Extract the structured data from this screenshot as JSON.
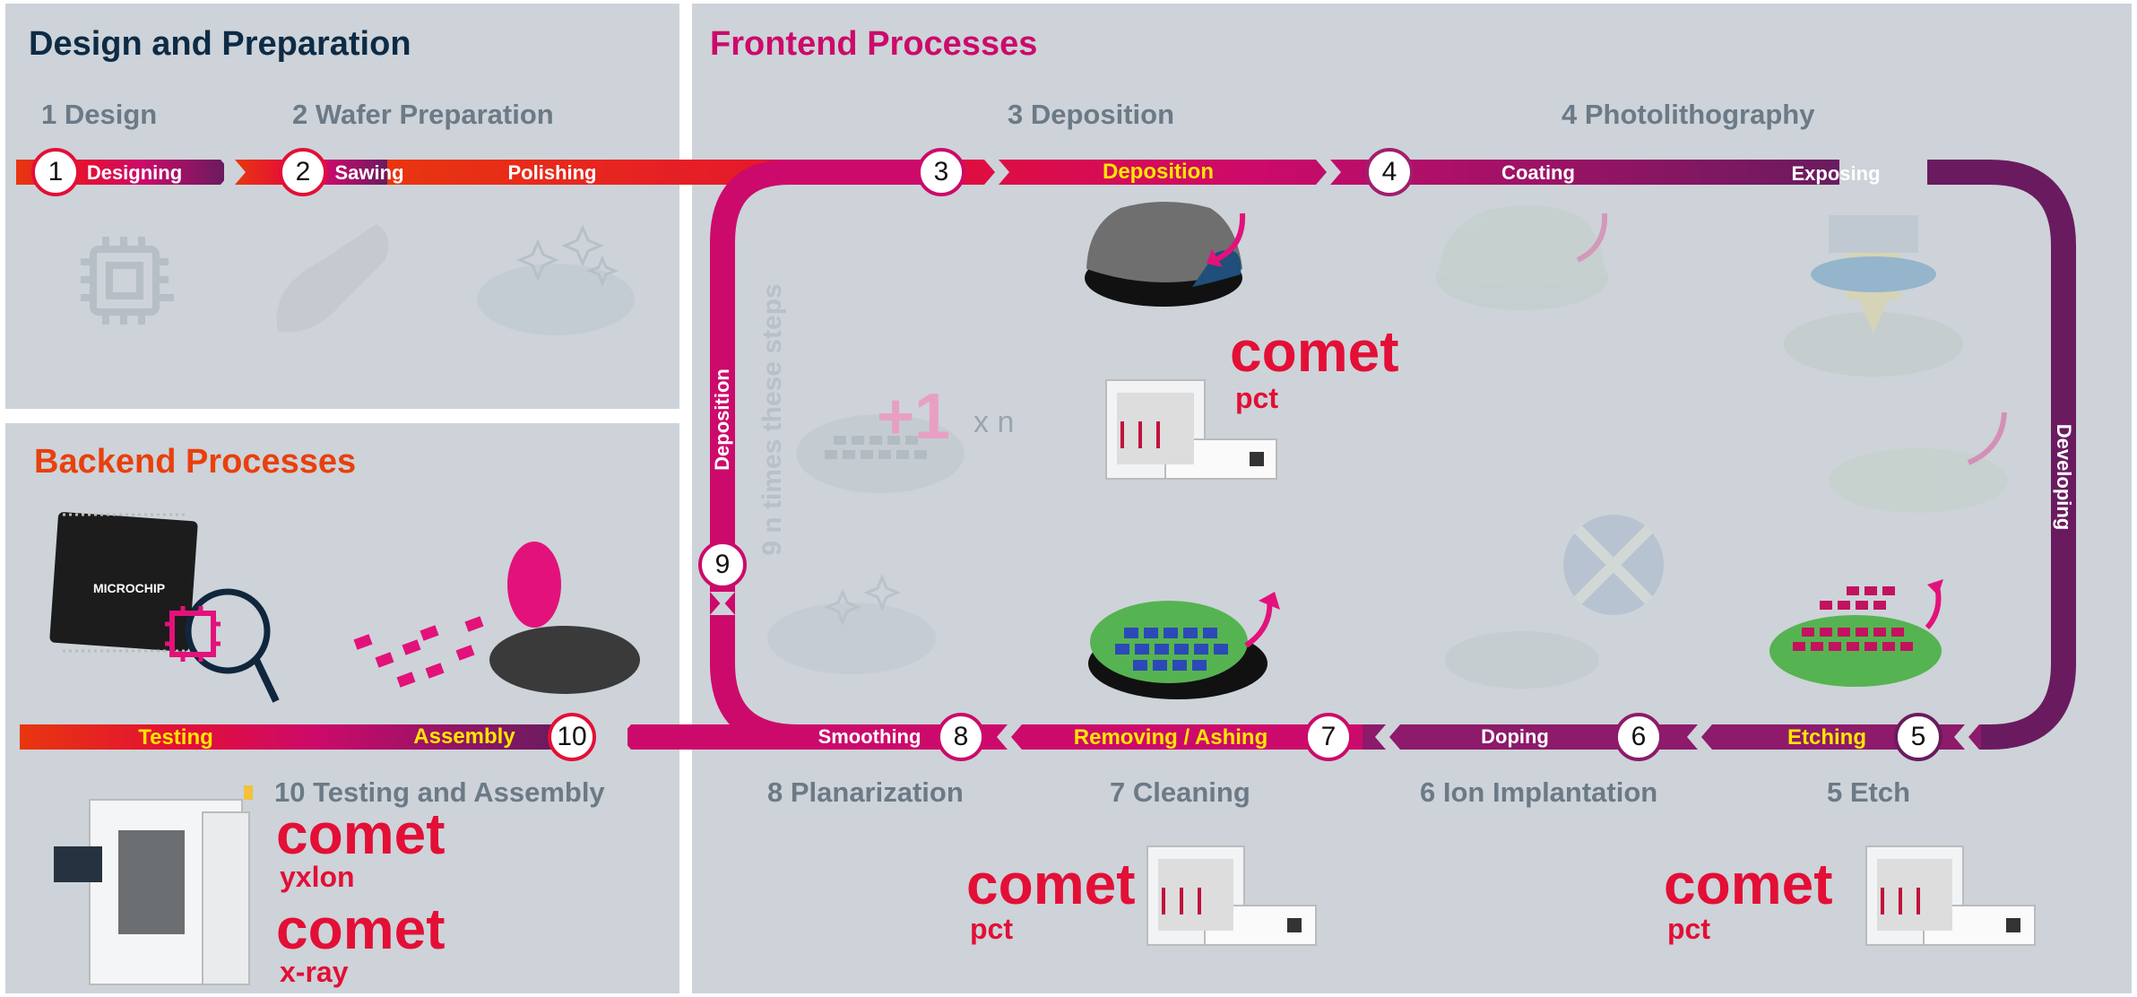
{
  "colors": {
    "panel": "#cdd3d9",
    "red": "#e30f36",
    "magenta": "#cc0a6b",
    "purple": "#6a1b5f",
    "yellow_label": "#ffe600",
    "orange_title": "#e8400d",
    "navy_title": "#0d2b45",
    "gray_text": "#6b7a86"
  },
  "panels": {
    "design": "Design and Preparation",
    "frontend": "Frontend Processes",
    "backend": "Backend Processes"
  },
  "steps": {
    "s1": "1 Design",
    "s2": "2 Wafer Preparation",
    "s3": "3 Deposition",
    "s4": "4 Photolithography",
    "s5": "5 Etch",
    "s6": "6 Ion Implantation",
    "s7": "7 Cleaning",
    "s8": "8 Planarization",
    "s10": "10 Testing and Assembly"
  },
  "labels": {
    "designing": "Designing",
    "sawing": "Sawing",
    "polishing": "Polishing",
    "deposition": "Deposition",
    "coating": "Coating",
    "exposing": "Exposing",
    "developing": "Developing",
    "etching": "Etching",
    "doping": "Doping",
    "removing": "Removing / Ashing",
    "smoothing": "Smoothing",
    "assembly": "Assembly",
    "testing": "Testing",
    "deposition_vertical": "Deposition"
  },
  "numbers": [
    "1",
    "2",
    "3",
    "4",
    "5",
    "6",
    "7",
    "8",
    "9",
    "10"
  ],
  "loop_note": "9 n times these steps",
  "plus_one": "+1",
  "times_n": "x n",
  "chip_brand": "MICROCHIP",
  "brands": {
    "comet": "comet",
    "pct": "pct",
    "yxlon": "yxlon",
    "xray": "x-ray"
  },
  "icons": [
    "chip-icon",
    "saw-blade-icon",
    "polished-wafer-icon",
    "deposition-wafer-icon",
    "coating-wafer-icon",
    "exposure-icon",
    "developing-wafer-icon",
    "etched-wafer-icon",
    "ion-implant-icon",
    "cleaned-wafer-icon",
    "smoothed-wafer-icon",
    "stacked-wafer-icon",
    "microchip-package-icon",
    "inspection-magnifier-icon",
    "diced-wafer-icon",
    "xray-machine-icon",
    "rf-generator-icon"
  ]
}
